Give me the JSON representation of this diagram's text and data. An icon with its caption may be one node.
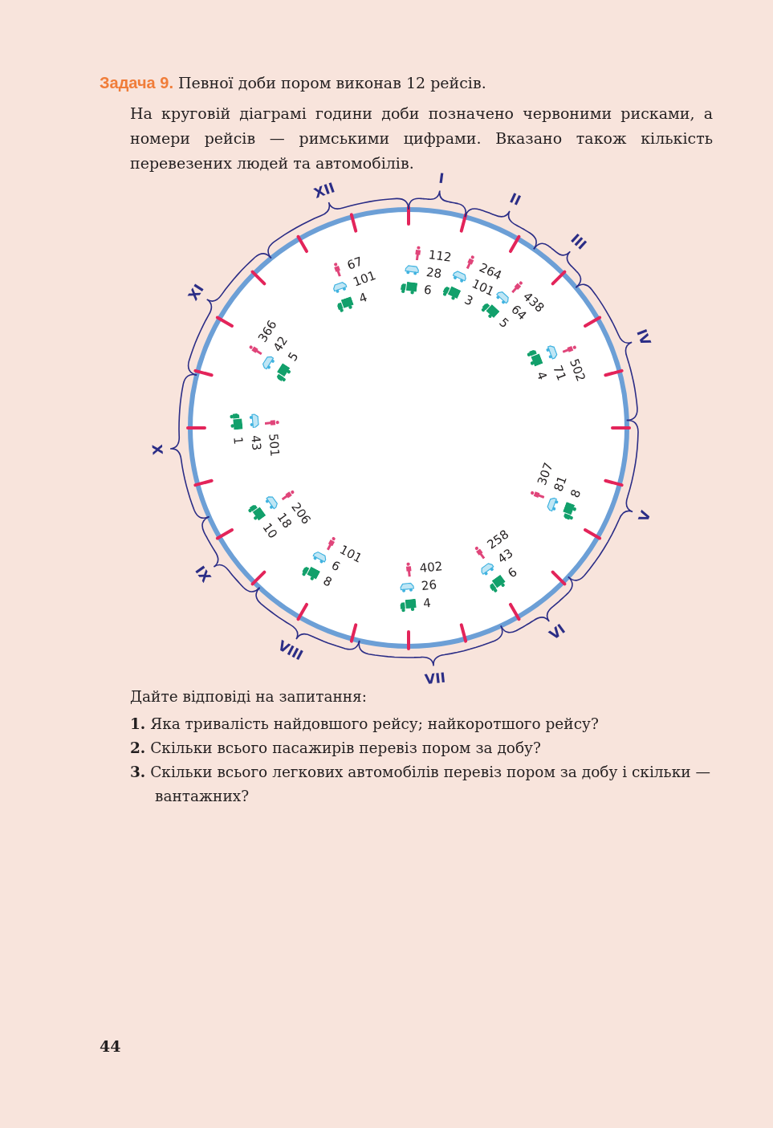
{
  "diagram": {
    "title": "**Задача 9.** Певної доби пором виконав 12 рейсів.",
    "labels": [
      "На круговій діаграмі години доби позначено червоними рисками, а номери рейсів — римськими цифрами. Вказано також кількість перевезених людей та автомобілів.",
      "I",
      "112",
      "28",
      "6",
      "II",
      "264",
      "101",
      "3",
      "III",
      "438",
      "64",
      "5",
      "IV",
      "502",
      "71",
      "4",
      "V",
      "307",
      "81",
      "8",
      "VI",
      "258",
      "43",
      "6",
      "VII",
      "402",
      "26",
      "4",
      "VIII",
      "101",
      "6",
      "8",
      "IX",
      "206",
      "18",
      "10",
      "X",
      "501",
      "43",
      "1",
      "XI",
      "366",
      "42",
      "5",
      "XII",
      "67",
      "101",
      "4",
      "Дайте відповіді на запитання:",
      "**1.** Яка тривалість найдовшого рейсу; найкоротшого рейсу?",
      "**2.** Скільки всього пасажирів перевіз пором за добу?",
      "**3.** Скільки всього легкових автомобілів перевіз пором за добу і скільки — вантажних?",
      "44"
    ]
  }
}
